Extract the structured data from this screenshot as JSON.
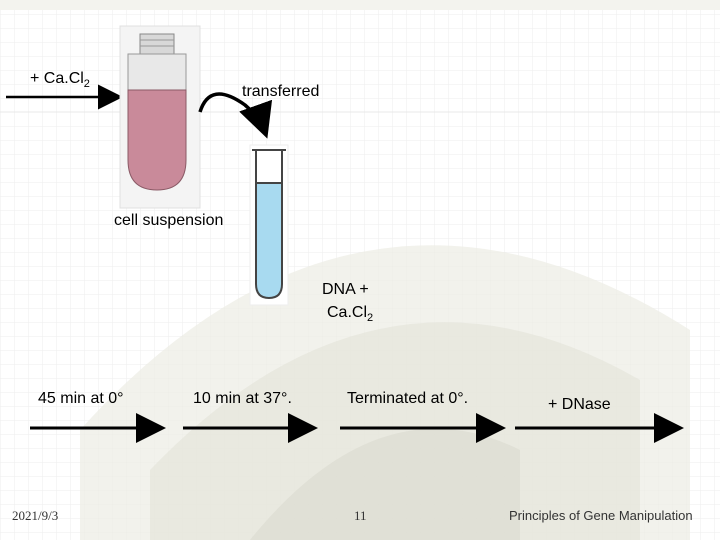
{
  "labels": {
    "cacl2_left_prefix": "+ Ca.Cl",
    "cacl2_left_sub": "2",
    "transferred": "transferred",
    "cell_suspension": "cell suspension",
    "dna_line1": "DNA +",
    "dna_line2_prefix": "Ca.Cl",
    "dna_line2_sub": "2"
  },
  "steps": [
    {
      "label": "45 min at 0°"
    },
    {
      "label": "10 min at 37°."
    },
    {
      "label": "Terminated at 0°."
    },
    {
      "label": "+ DNase"
    }
  ],
  "footer": {
    "date": "2021/9/3",
    "page": "11",
    "title": "Principles of Gene Manipulation"
  },
  "colors": {
    "cell_liquid": "#c98a9a",
    "dna_liquid": "#a8daf0",
    "arrow": "#000000"
  }
}
